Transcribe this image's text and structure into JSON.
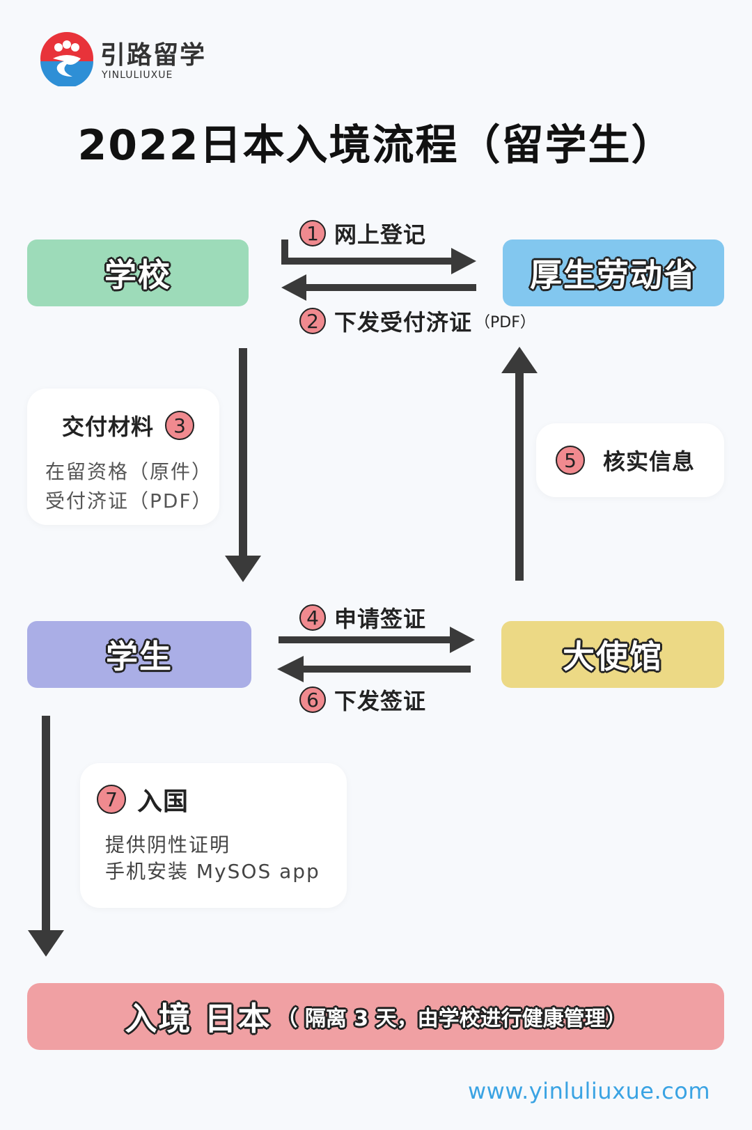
{
  "brand": {
    "name": "引路留学",
    "subtitle": "YINLULIUXUE"
  },
  "title": "2022日本入境流程（留学生）",
  "nodes": {
    "school": "学校",
    "mhlw": "厚生劳动省",
    "student": "学生",
    "embassy": "大使馆"
  },
  "steps": {
    "s1": {
      "num": "1",
      "label": "网上登记"
    },
    "s2": {
      "num": "2",
      "label": "下发受付济证",
      "note": "（PDF）"
    },
    "s3": {
      "num": "3",
      "label": "交付材料",
      "lines": [
        "在留资格（原件）",
        "受付济证（PDF）"
      ]
    },
    "s4": {
      "num": "4",
      "label": "申请签证"
    },
    "s5": {
      "num": "5",
      "label": "核实信息"
    },
    "s6": {
      "num": "6",
      "label": "下发签证"
    },
    "s7": {
      "num": "7",
      "label": "入国",
      "lines": [
        "提供阴性证明",
        "手机安装 MySOS app"
      ]
    }
  },
  "final": {
    "main": "入境 日本",
    "note": "（ 隔离 3 天，由学校进行健康管理）"
  },
  "url": "www.yinluliuxue.com",
  "colors": {
    "school": "#9ddbb9",
    "mhlw": "#82c7ef",
    "student": "#aaaee6",
    "embassy": "#ecd985",
    "final": "#f0a0a3",
    "badge": "#f08a8f",
    "arrow": "#3a3a3a",
    "url": "#3aa3e3"
  }
}
